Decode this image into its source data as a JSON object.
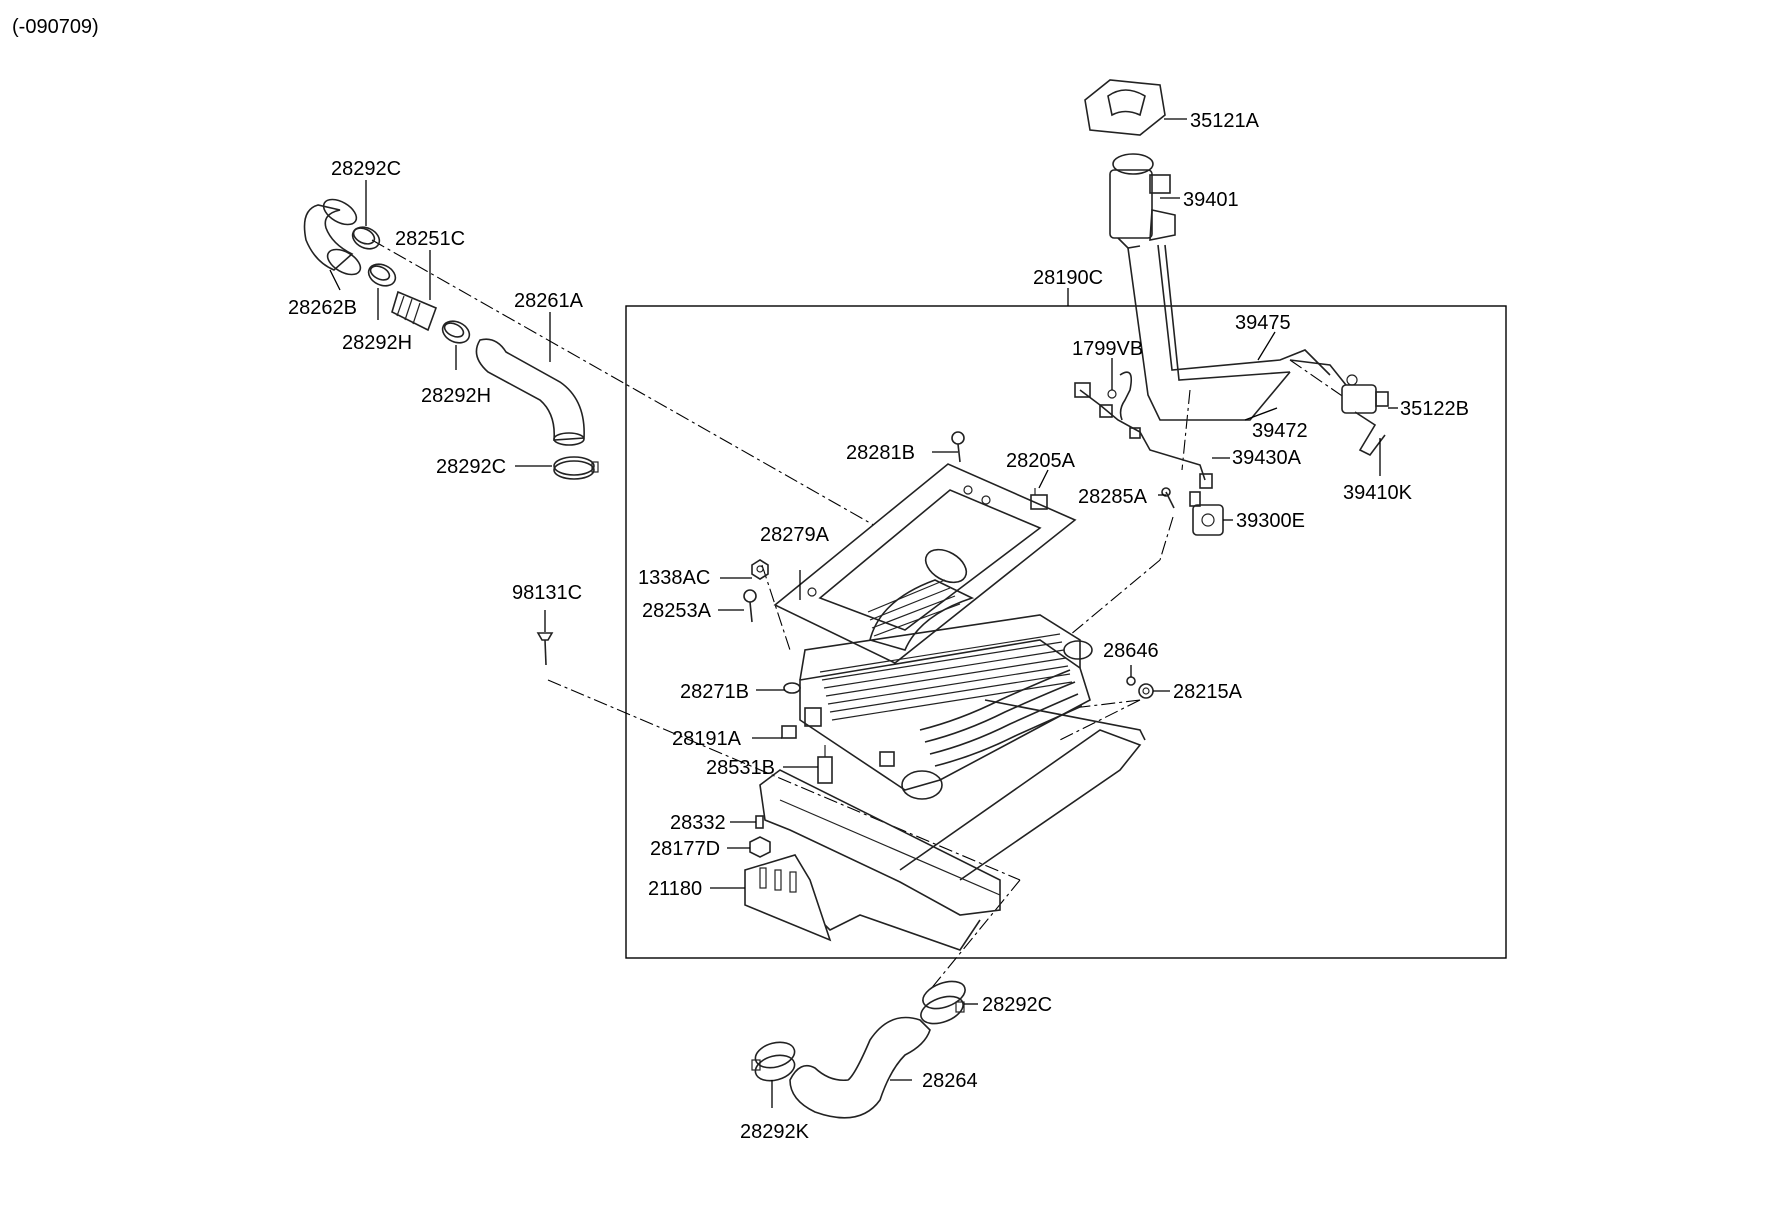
{
  "header": {
    "code": "(-090709)"
  },
  "parts": {
    "p35121A": "35121A",
    "p39401": "39401",
    "p28190C": "28190C",
    "p39475": "39475",
    "p1799VB": "1799VB",
    "p35122B": "35122B",
    "p39472": "39472",
    "p39430A": "39430A",
    "p39410K": "39410K",
    "p28285A": "28285A",
    "p39300E": "39300E",
    "p28281B": "28281B",
    "p28205A": "28205A",
    "p28279A": "28279A",
    "p1338AC": "1338AC",
    "p28253A": "28253A",
    "p98131C": "98131C",
    "p28646": "28646",
    "p28215A": "28215A",
    "p28271B": "28271B",
    "p28191A": "28191A",
    "p28531B": "28531B",
    "p28332": "28332",
    "p28177D": "28177D",
    "p21180": "21180",
    "p28292C_top": "28292C",
    "p28251C": "28251C",
    "p28261A": "28261A",
    "p28262B": "28262B",
    "p28292H_a": "28292H",
    "p28292H_b": "28292H",
    "p28292C_mid": "28292C",
    "p28292C_bot": "28292C",
    "p28264": "28264",
    "p28292K": "28292K"
  }
}
